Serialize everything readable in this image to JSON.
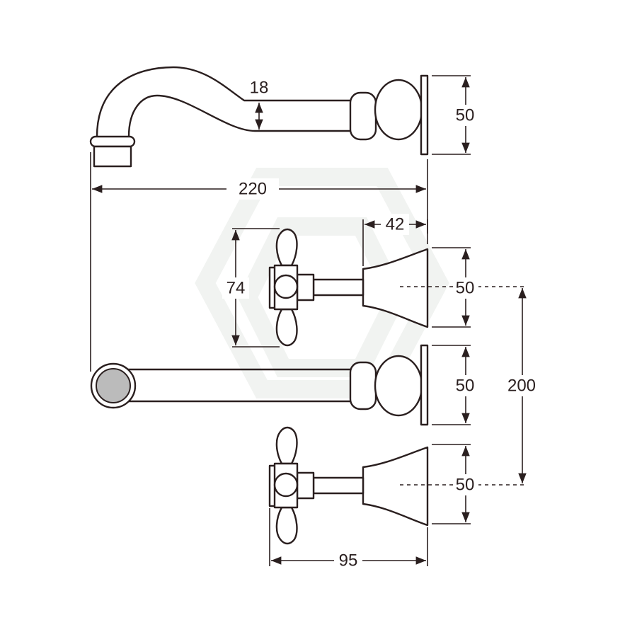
{
  "title": "Wall-mounted tap set with spout – dimension drawing",
  "colors": {
    "line": "#2a1f1f",
    "outlet_fill": "#bbbbbb",
    "watermark": "#f1f3f1"
  },
  "dimensions": {
    "spout_diameter": "18",
    "spout_flange_height": "50",
    "spout_reach": "220",
    "valve_body_depth": "42",
    "handle_span": "74",
    "valve_flange_height_top": "50",
    "outlet_flange_height": "50",
    "valve_centres": "200",
    "valve_flange_height_bottom": "50",
    "valve_projection": "95"
  }
}
